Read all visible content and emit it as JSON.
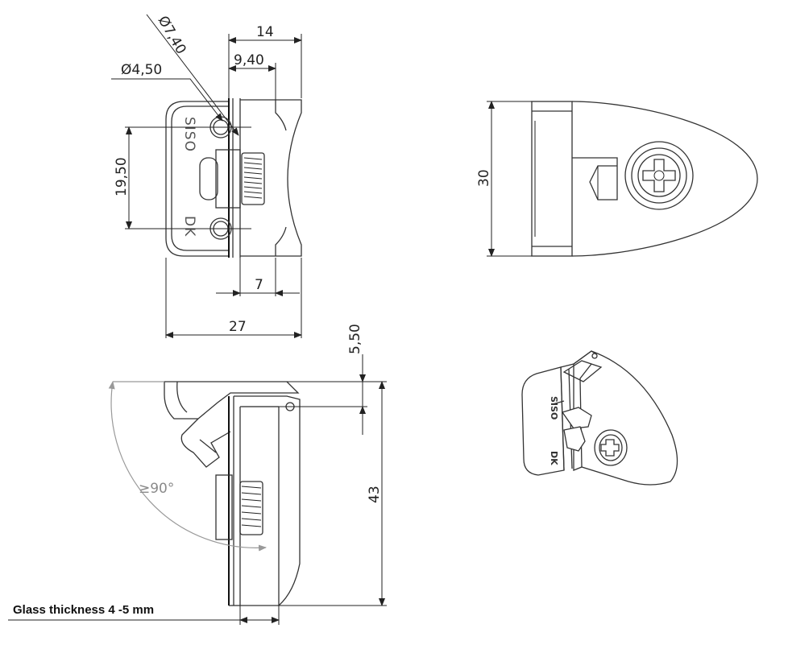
{
  "dimensions": {
    "d1": "Ø7,40",
    "d2": "Ø4,50",
    "w14": "14",
    "w940": "9,40",
    "h1950": "19,50",
    "w7": "7",
    "w27": "27",
    "h30": "30",
    "h550": "5,50",
    "h43": "43"
  },
  "angle_label": "≥90°",
  "brand": {
    "siso": "SISO",
    "dk": "DK"
  },
  "caption": "Glass thickness 4 -5 mm",
  "colors": {
    "line": "#333333",
    "angle": "#999999",
    "background": "#ffffff"
  }
}
